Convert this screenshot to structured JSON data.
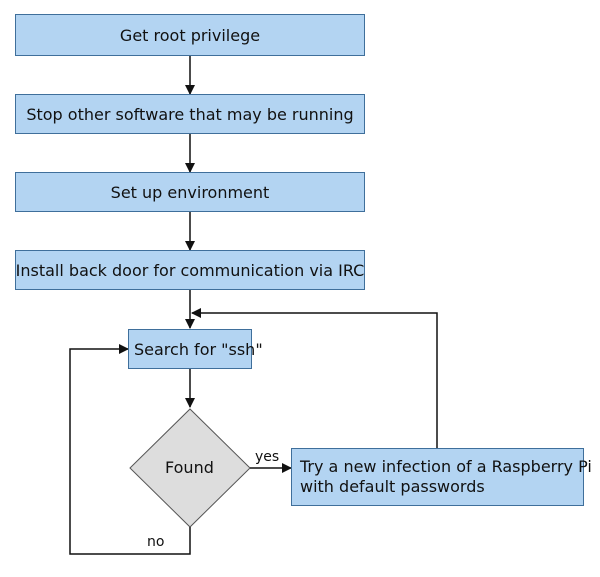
{
  "nodes": {
    "root": "Get root privilege",
    "stop": "Stop other software that may be running",
    "env": "Set up environment",
    "backdoor": "Install back door for communication via IRC",
    "search": "Search for \"ssh\"",
    "found": "Found",
    "infect_line1": "Try a new infection of a Raspberry Pi",
    "infect_line2": "with default passwords"
  },
  "edges": {
    "yes": "yes",
    "no": "no"
  },
  "colors": {
    "box_fill": "#b3d4f2",
    "box_border": "#3f6f9b",
    "diamond_fill": "#dddddd",
    "line": "#111111"
  }
}
